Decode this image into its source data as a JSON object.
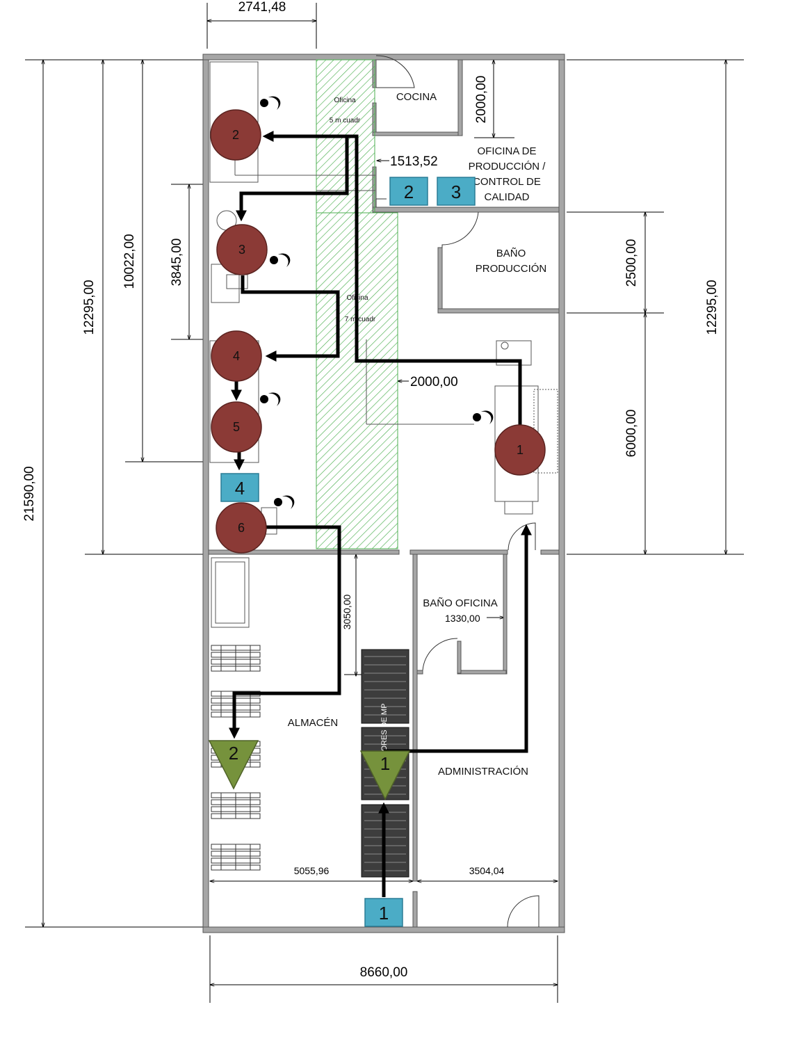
{
  "dimensions": {
    "top_width": "2741,48",
    "left_total": "21590,00",
    "left_upper": "12295,00",
    "left_inner": "10022,00",
    "left_short": "3845,00",
    "right_upper": "12295,00",
    "right_bano": "2500,00",
    "right_lower": "6000,00",
    "cocina_depth": "2000,00",
    "door_gap": "1513,52",
    "corridor": "2000,00",
    "almacen_gap": "3050,00",
    "bano_oficina_width": "1330,00",
    "almacen_width": "5055,96",
    "admin_width": "3504,04",
    "bottom_total": "8660,00"
  },
  "rooms": {
    "cocina": "COCINA",
    "oficina_prod_1": "OFICINA DE",
    "oficina_prod_2": "PRODUCCIÓN /",
    "oficina_prod_3": "CONTROL DE",
    "oficina_prod_4": "CALIDAD",
    "bano_prod_1": "BAÑO",
    "bano_prod_2": "PRODUCCIÓN",
    "bano_oficina": "BAÑO OFICINA",
    "almacen": "ALMACÉN",
    "administracion": "ADMINISTRACIÓN"
  },
  "hatched_labels": {
    "a1": "Oficina",
    "a2": "5 m cuadr",
    "b1": "Oficina",
    "b2": "7 m cuadr"
  },
  "rack_label": "ORES DE MP",
  "operations": [
    "1",
    "2",
    "3",
    "4",
    "5",
    "6"
  ],
  "transports": [
    "1",
    "2",
    "3",
    "4"
  ],
  "storages": [
    "1",
    "2"
  ],
  "colors": {
    "operation": "#8b3a36",
    "transport": "#4bacc6",
    "storage": "#76923c",
    "hatch": "#4caf50",
    "wall": "#a6a6a6",
    "flow": "#000000"
  }
}
